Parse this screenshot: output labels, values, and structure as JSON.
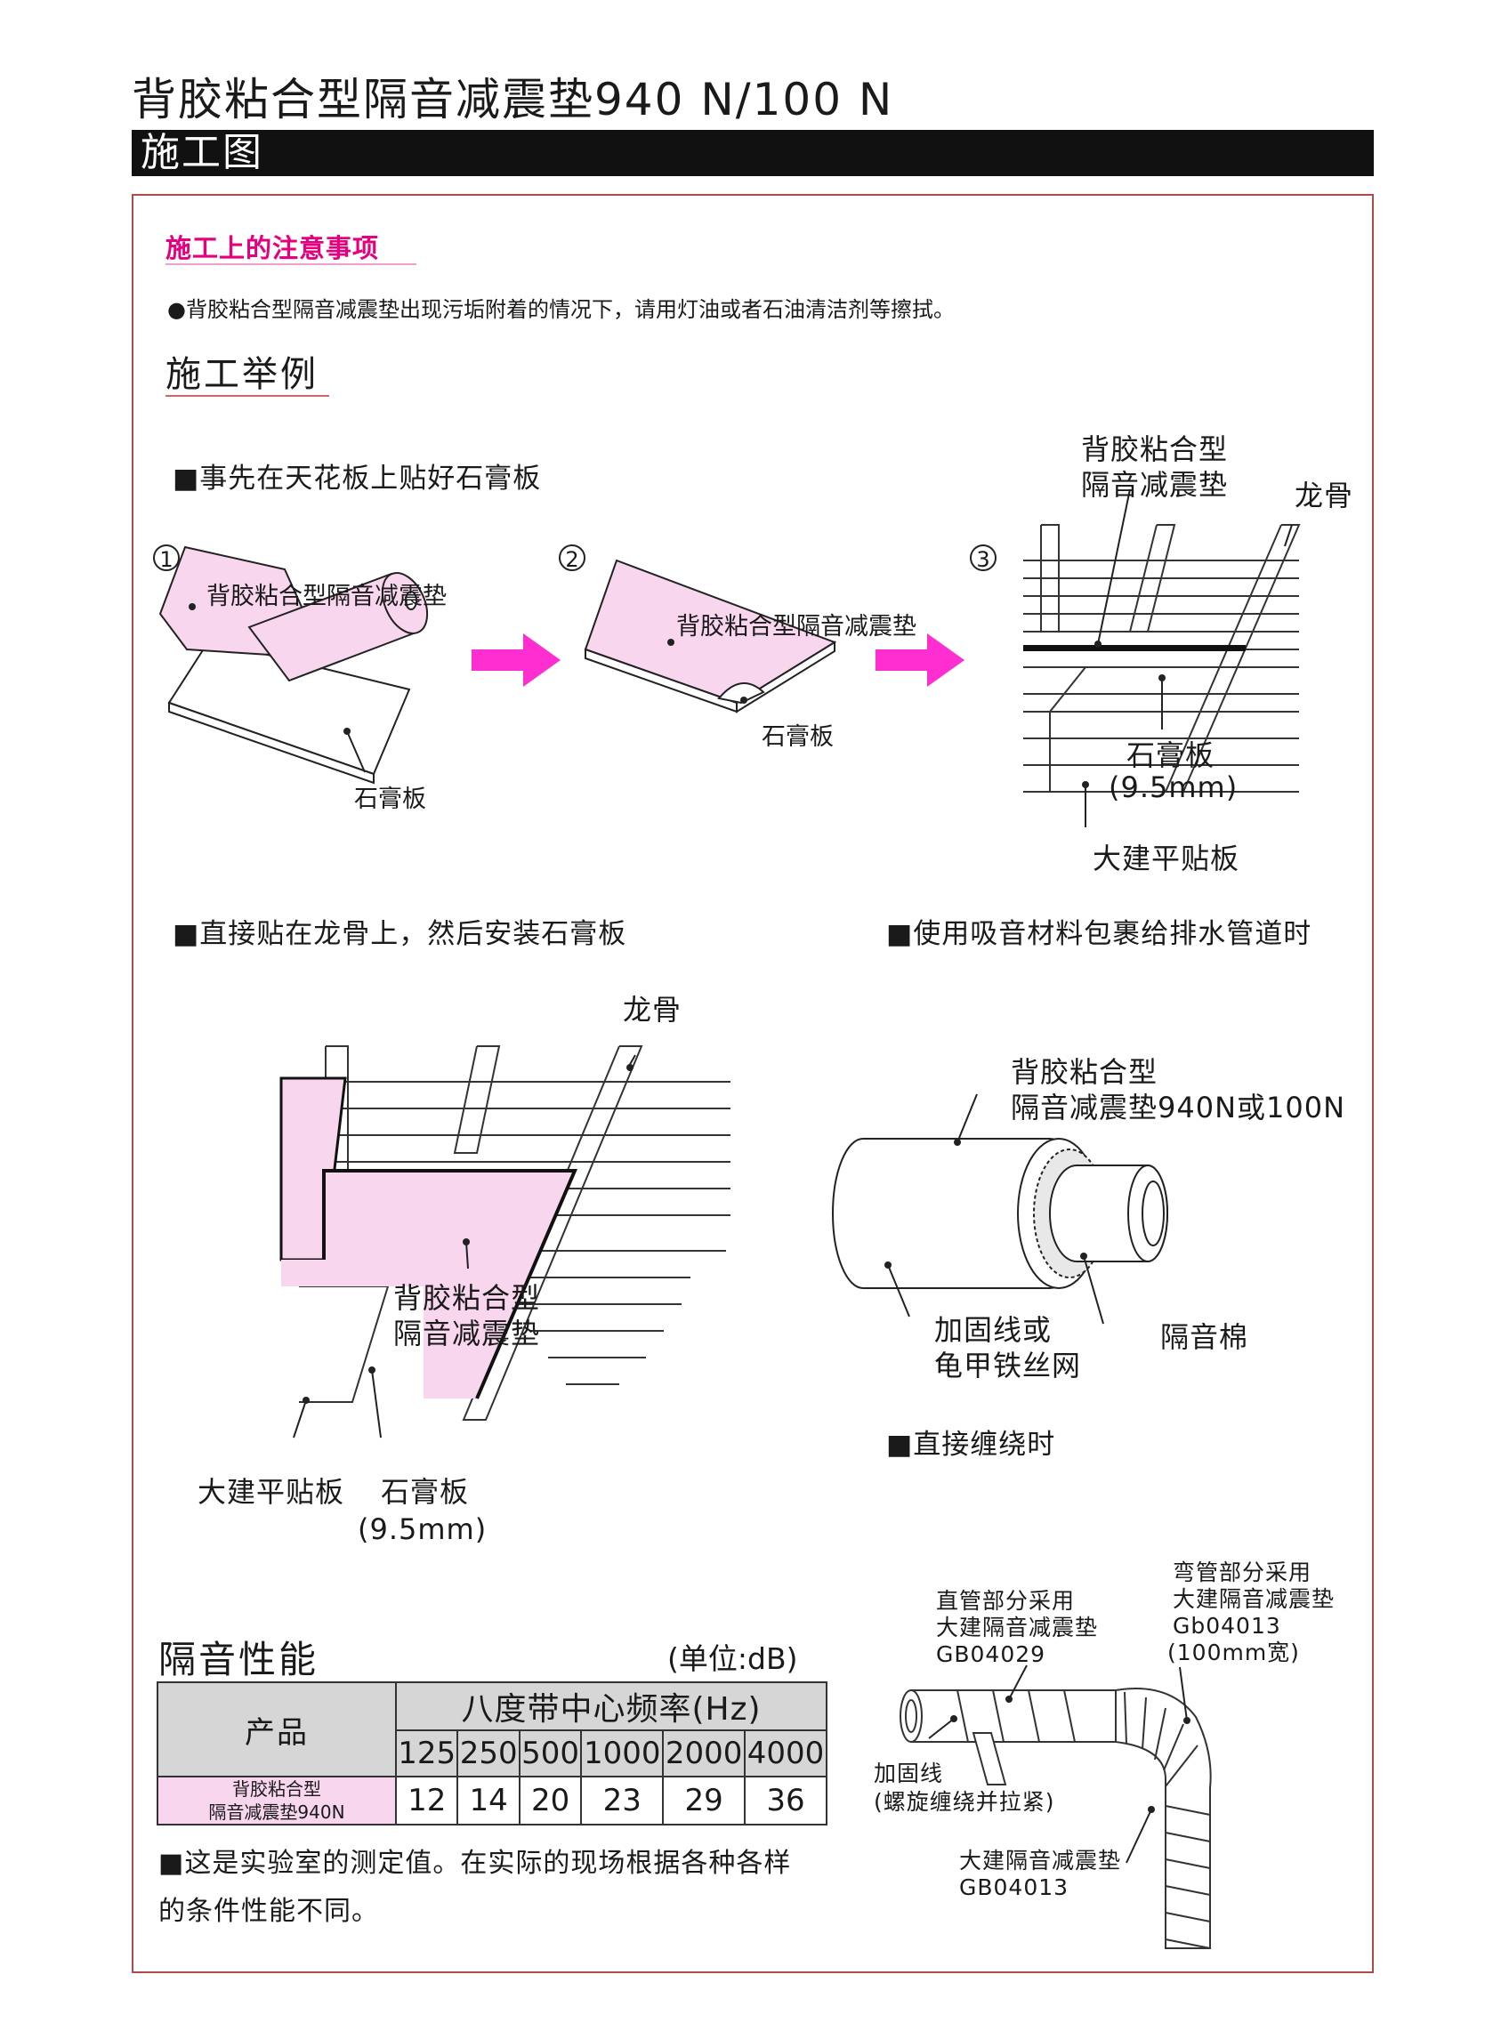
{
  "header": {
    "title": "背胶粘合型隔音减震垫940 N/100 N",
    "section": "施工图"
  },
  "notice": {
    "heading": "施工上的注意事项",
    "text": "●背胶粘合型隔音减震垫出现污垢附着的情况下，请用灯油或者石油清洁剂等擦拭。"
  },
  "examples": {
    "heading": "施工举例",
    "ceiling": {
      "subtitle": "■事先在天花板上贴好石膏板",
      "step1": {
        "num": "1",
        "pad_label": "背胶粘合型隔音减震垫",
        "board_label": "石膏板"
      },
      "step2": {
        "num": "2",
        "pad_label": "背胶粘合型隔音减震垫",
        "board_label": "石膏板"
      },
      "step3": {
        "num": "3",
        "pad_label_1": "背胶粘合型",
        "pad_label_2": "隔音减震垫",
        "joist_label": "龙骨",
        "board_label": "石膏板",
        "board_thickness": "(9.5mm)",
        "panel_label": "大建平贴板"
      },
      "arrow_color": "#ff2ed1"
    },
    "joist": {
      "subtitle": "■直接贴在龙骨上，然后安装石膏板",
      "joist_label": "龙骨",
      "pad_label_1": "背胶粘合型",
      "pad_label_2": "隔音减震垫",
      "panel_label": "大建平贴板",
      "board_label": "石膏板",
      "board_thickness": "(9.5mm)"
    },
    "pipe": {
      "subtitle": "■使用吸音材料包裹给排水管道时",
      "pad_label_1": "背胶粘合型",
      "pad_label_2": "隔音减震垫940N或100N",
      "wire_label_1": "加固线或",
      "wire_label_2": "龟甲铁丝网",
      "wool_label": "隔音棉"
    },
    "wrap": {
      "subtitle": "■直接缠绕时",
      "straight_1": "直管部分采用",
      "straight_2": "大建隔音减震垫",
      "straight_3": "GB04029",
      "bend_1": "弯管部分采用",
      "bend_2": "大建隔音减震垫",
      "bend_3": "Gb04013",
      "bend_4": "(100mm宽)",
      "wire_1": "加固线",
      "wire_2": "(螺旋缠绕并拉紧)",
      "bottom_1": "大建隔音减震垫",
      "bottom_2": "GB04013"
    }
  },
  "performance": {
    "heading": "隔音性能",
    "unit": "(单位:dB)",
    "product_header": "产品",
    "freq_header": "八度带中心频率(Hz)",
    "frequencies": [
      "125",
      "250",
      "500",
      "1000",
      "2000",
      "4000"
    ],
    "product_name_1": "背胶粘合型",
    "product_name_2": "隔音减震垫940N",
    "values": [
      "12",
      "14",
      "20",
      "23",
      "29",
      "36"
    ],
    "note_1": "■这是实验室的测定值。在实际的现场根据各种各样",
    "note_2": "的条件性能不同。"
  },
  "colors": {
    "pink": "#f7d6ee",
    "magenta": "#e6007e",
    "frame": "#b24a4a"
  }
}
